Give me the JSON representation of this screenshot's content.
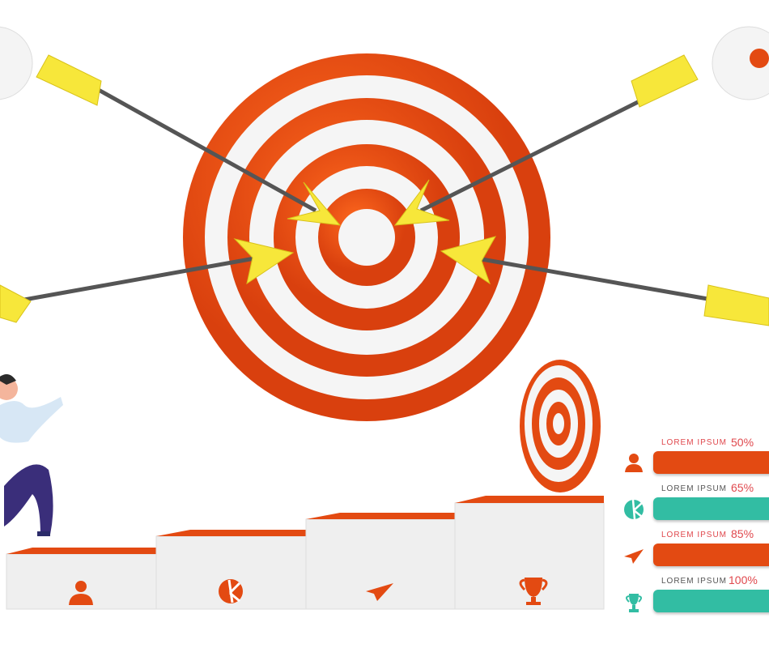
{
  "colors": {
    "red": "#e34a12",
    "teal": "#32bda3",
    "yellow": "#f7e73a",
    "shaft": "#555555"
  },
  "progress": [
    {
      "label": "LOREM IPSUM",
      "percent_text": "50%",
      "value": 50,
      "color": "#e34a12",
      "label_color": "#e0484d",
      "icon": "person-icon"
    },
    {
      "label": "LOREM IPSUM",
      "percent_text": "65%",
      "value": 65,
      "color": "#32bda3",
      "label_color": "#555555",
      "icon": "pie-chart-icon"
    },
    {
      "label": "LOREM IPSUM",
      "percent_text": "85%",
      "value": 85,
      "color": "#e34a12",
      "label_color": "#e0484d",
      "icon": "paper-plane-icon"
    },
    {
      "label": "LOREM IPSUM",
      "percent_text": "100%",
      "value": 100,
      "color": "#32bda3",
      "label_color": "#555555",
      "icon": "trophy-icon"
    }
  ],
  "steps": [
    {
      "icon": "person-icon"
    },
    {
      "icon": "pie-chart-icon"
    },
    {
      "icon": "paper-plane-icon"
    },
    {
      "icon": "trophy-icon"
    }
  ]
}
